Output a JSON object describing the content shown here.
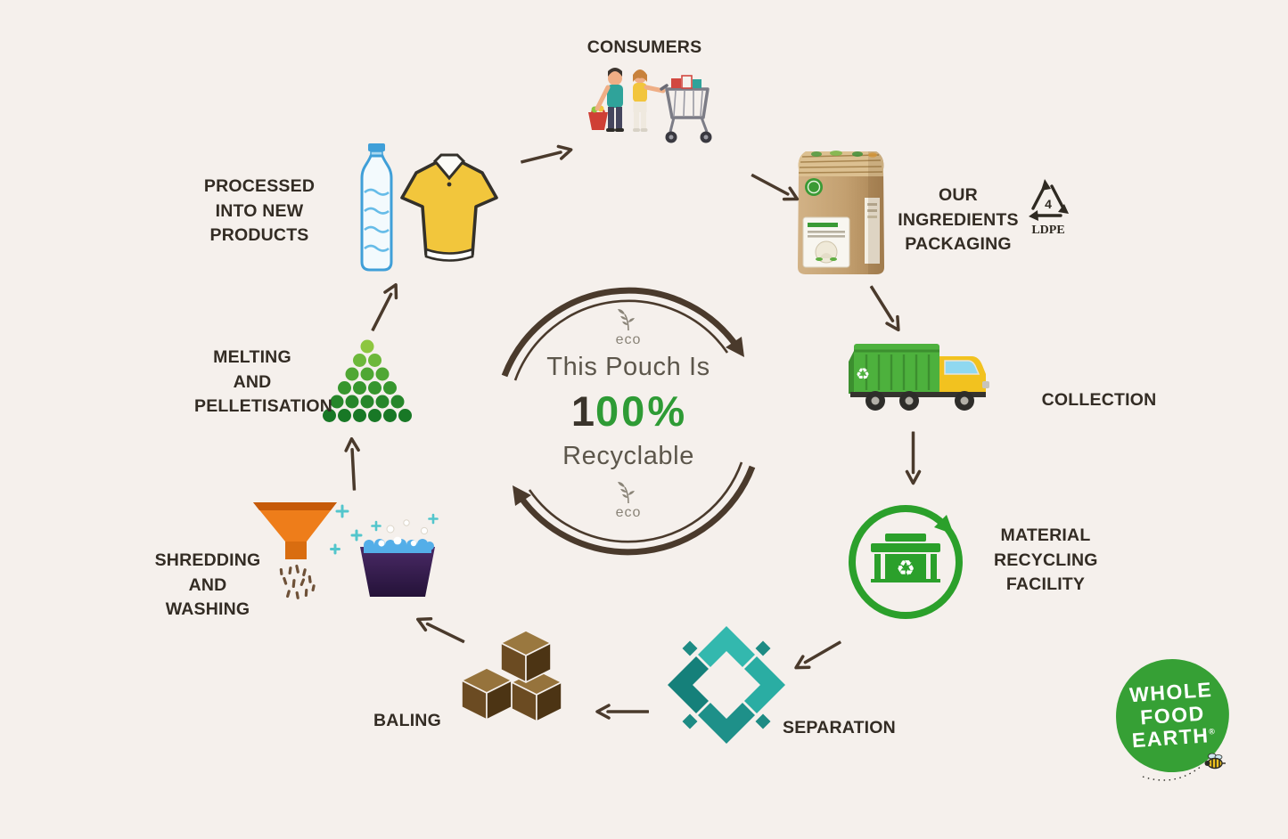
{
  "colors": {
    "background": "#f5f0ec",
    "label_text": "#332c24",
    "arrow_brown": "#4a3a2c",
    "accent_green": "#2e9b35",
    "center_text": "#5c564b",
    "teal": "#2aaea6",
    "logo_green": "#36a035",
    "funnel_orange": "#ee7d1a"
  },
  "center": {
    "eco_top": "eco",
    "line1": "This Pouch Is",
    "pct_one": "1",
    "pct_zeros": "00",
    "pct_symbol": "%",
    "line2": "Recyclable",
    "eco_bottom": "eco"
  },
  "stages": {
    "consumers": {
      "label": "CONSUMERS"
    },
    "packaging": {
      "line1": "OUR INGREDIENTS",
      "line2": "PACKAGING",
      "ldpe_code": "4",
      "ldpe_label": "LDPE"
    },
    "collection": {
      "label": "COLLECTION"
    },
    "material_recycling_facility": {
      "line1": "MATERIAL",
      "line2": "RECYCLING",
      "line3": "FACILITY"
    },
    "separation": {
      "label": "SEPARATION"
    },
    "baling": {
      "label": "BALING"
    },
    "shredding_washing": {
      "line1": "SHREDDING",
      "line2": "AND WASHING"
    },
    "melting_pelletisation": {
      "line1": "MELTING",
      "line2": "AND",
      "line3": "PELLETISATION"
    },
    "processed": {
      "line1": "PROCESSED",
      "line2": "INTO NEW PRODUCTS"
    }
  },
  "icons": {
    "truck_recycle_glyph": "♻",
    "facility_recycle_glyph": "♻"
  },
  "logo": {
    "line1": "WHOLE",
    "line2": "FOOD",
    "line3": "EARTH",
    "registered": "®"
  }
}
